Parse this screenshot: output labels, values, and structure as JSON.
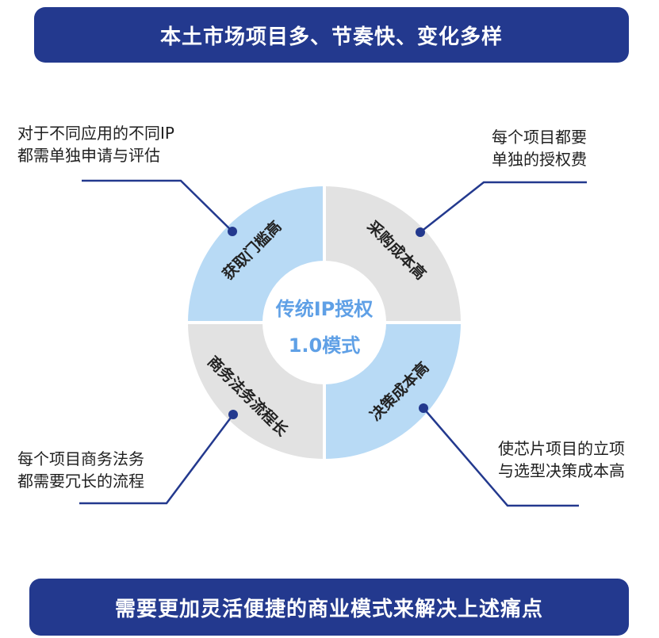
{
  "header": {
    "title": "本土市场项目多、节奏快、变化多样"
  },
  "diagram": {
    "center_line1": "传统IP授权",
    "center_line2": "1.0模式",
    "segments": [
      {
        "label": "获取门槛高",
        "color": "#b8daf5"
      },
      {
        "label": "采购成本高",
        "color": "#e2e2e2"
      },
      {
        "label": "决策成本高",
        "color": "#b8daf5"
      },
      {
        "label": "商务法务流程长",
        "color": "#e2e2e2"
      }
    ],
    "colors": {
      "line": "#23398e",
      "center_text": "#5fa0e6"
    }
  },
  "callouts": {
    "top_left": {
      "line1": "对于不同应用的不同IP",
      "line2": "都需单独申请与评估"
    },
    "top_right": {
      "line1": "每个项目都要",
      "line2": "单独的授权费"
    },
    "bottom_left": {
      "line1": "每个项目商务法务",
      "line2": "都需要冗长的流程"
    },
    "bottom_right": {
      "line1": "使芯片项目的立项",
      "line2": "与选型决策成本高"
    }
  },
  "footer": {
    "title": "需要更加灵活便捷的商业模式来解决上述痛点"
  },
  "theme": {
    "banner_color": "#23398e"
  }
}
